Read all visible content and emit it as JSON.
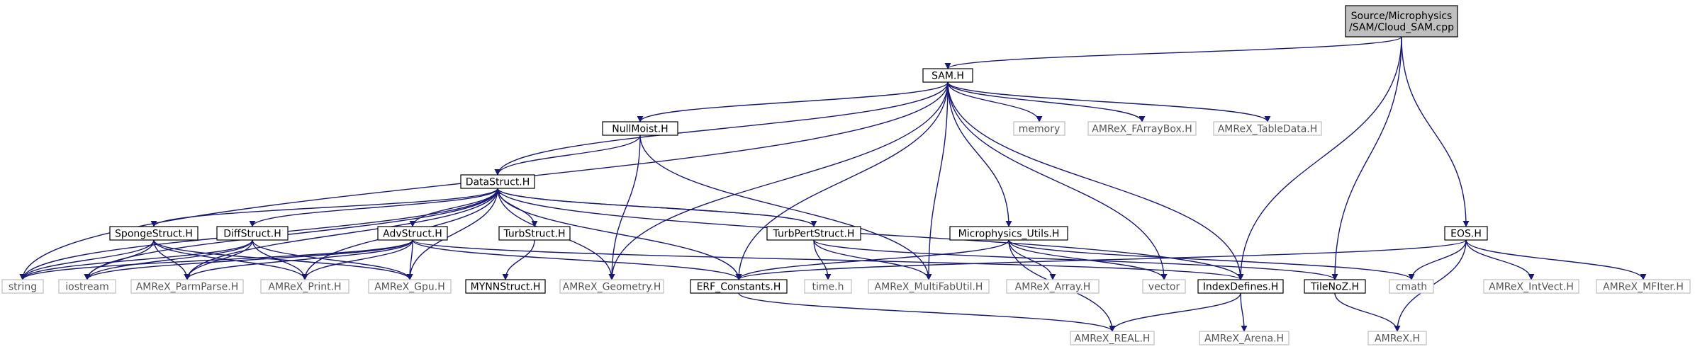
{
  "colors": {
    "edge": "#191970",
    "root_fill": "#bfbfbf",
    "node_border": "#000000",
    "external_border": "#bfbfbf",
    "external_text": "#555555",
    "text": "#000000"
  },
  "nodes": [
    {
      "id": "root",
      "lines": [
        "Source/Microphysics",
        "/SAM/Cloud_SAM.cpp"
      ],
      "kind": "root"
    },
    {
      "id": "sam_h",
      "lines": [
        "SAM.H"
      ],
      "kind": "internal"
    },
    {
      "id": "eos_h",
      "lines": [
        "EOS.H"
      ],
      "kind": "internal"
    },
    {
      "id": "nullmoist_h",
      "lines": [
        "NullMoist.H"
      ],
      "kind": "internal"
    },
    {
      "id": "memory",
      "lines": [
        "memory"
      ],
      "kind": "external"
    },
    {
      "id": "amrex_farraybox_h",
      "lines": [
        "AMReX_FArrayBox.H"
      ],
      "kind": "external"
    },
    {
      "id": "amrex_tabledata_h",
      "lines": [
        "AMReX_TableData.H"
      ],
      "kind": "external"
    },
    {
      "id": "datastruct_h",
      "lines": [
        "DataStruct.H"
      ],
      "kind": "internal"
    },
    {
      "id": "spongestruct_h",
      "lines": [
        "SpongeStruct.H"
      ],
      "kind": "internal"
    },
    {
      "id": "diffstruct_h",
      "lines": [
        "DiffStruct.H"
      ],
      "kind": "internal"
    },
    {
      "id": "advstruct_h",
      "lines": [
        "AdvStruct.H"
      ],
      "kind": "internal"
    },
    {
      "id": "turbstruct_h",
      "lines": [
        "TurbStruct.H"
      ],
      "kind": "internal"
    },
    {
      "id": "turbpertstruct_h",
      "lines": [
        "TurbPertStruct.H"
      ],
      "kind": "internal"
    },
    {
      "id": "microphysics_utils_h",
      "lines": [
        "Microphysics_Utils.H"
      ],
      "kind": "internal"
    },
    {
      "id": "mynnstruct_h",
      "lines": [
        "MYNNStruct.H"
      ],
      "kind": "internal"
    },
    {
      "id": "string",
      "lines": [
        "string"
      ],
      "kind": "external"
    },
    {
      "id": "iostream",
      "lines": [
        "iostream"
      ],
      "kind": "external"
    },
    {
      "id": "amrex_parmparse_h",
      "lines": [
        "AMReX_ParmParse.H"
      ],
      "kind": "external"
    },
    {
      "id": "amrex_print_h",
      "lines": [
        "AMReX_Print.H"
      ],
      "kind": "external"
    },
    {
      "id": "amrex_gpu_h",
      "lines": [
        "AMReX_Gpu.H"
      ],
      "kind": "external"
    },
    {
      "id": "amrex_geometry_h",
      "lines": [
        "AMReX_Geometry.H"
      ],
      "kind": "external"
    },
    {
      "id": "erf_constants_h",
      "lines": [
        "ERF_Constants.H"
      ],
      "kind": "internal"
    },
    {
      "id": "time_h",
      "lines": [
        "time.h"
      ],
      "kind": "external"
    },
    {
      "id": "amrex_multifabutil_h",
      "lines": [
        "AMReX_MultiFabUtil.H"
      ],
      "kind": "external"
    },
    {
      "id": "amrex_array_h",
      "lines": [
        "AMReX_Array.H"
      ],
      "kind": "external"
    },
    {
      "id": "vector",
      "lines": [
        "vector"
      ],
      "kind": "external"
    },
    {
      "id": "indexdefines_h",
      "lines": [
        "IndexDefines.H"
      ],
      "kind": "internal"
    },
    {
      "id": "tilenoz_h",
      "lines": [
        "TileNoZ.H"
      ],
      "kind": "internal"
    },
    {
      "id": "cmath",
      "lines": [
        "cmath"
      ],
      "kind": "external"
    },
    {
      "id": "amrex_intvect_h",
      "lines": [
        "AMReX_IntVect.H"
      ],
      "kind": "external"
    },
    {
      "id": "amrex_mfiter_h",
      "lines": [
        "AMReX_MFIter.H"
      ],
      "kind": "external"
    },
    {
      "id": "amrex_real_h",
      "lines": [
        "AMReX_REAL.H"
      ],
      "kind": "external"
    },
    {
      "id": "amrex_arena_h",
      "lines": [
        "AMReX_Arena.H"
      ],
      "kind": "external"
    },
    {
      "id": "amrex_h",
      "lines": [
        "AMReX.H"
      ],
      "kind": "external"
    }
  ],
  "edges": [
    [
      "root",
      "sam_h"
    ],
    [
      "root",
      "eos_h"
    ],
    [
      "root",
      "indexdefines_h"
    ],
    [
      "root",
      "tilenoz_h"
    ],
    [
      "sam_h",
      "nullmoist_h"
    ],
    [
      "sam_h",
      "memory"
    ],
    [
      "sam_h",
      "amrex_farraybox_h"
    ],
    [
      "sam_h",
      "amrex_tabledata_h"
    ],
    [
      "sam_h",
      "datastruct_h"
    ],
    [
      "sam_h",
      "microphysics_utils_h"
    ],
    [
      "sam_h",
      "string"
    ],
    [
      "sam_h",
      "amrex_geometry_h"
    ],
    [
      "sam_h",
      "erf_constants_h"
    ],
    [
      "sam_h",
      "amrex_multifabutil_h"
    ],
    [
      "sam_h",
      "vector"
    ],
    [
      "sam_h",
      "indexdefines_h"
    ],
    [
      "nullmoist_h",
      "datastruct_h"
    ],
    [
      "nullmoist_h",
      "amrex_geometry_h"
    ],
    [
      "nullmoist_h",
      "amrex_multifabutil_h"
    ],
    [
      "datastruct_h",
      "spongestruct_h"
    ],
    [
      "datastruct_h",
      "diffstruct_h"
    ],
    [
      "datastruct_h",
      "advstruct_h"
    ],
    [
      "datastruct_h",
      "turbstruct_h"
    ],
    [
      "datastruct_h",
      "turbpertstruct_h"
    ],
    [
      "datastruct_h",
      "string"
    ],
    [
      "datastruct_h",
      "iostream"
    ],
    [
      "datastruct_h",
      "amrex_parmparse_h"
    ],
    [
      "datastruct_h",
      "amrex_print_h"
    ],
    [
      "datastruct_h",
      "amrex_gpu_h"
    ],
    [
      "datastruct_h",
      "amrex_geometry_h"
    ],
    [
      "datastruct_h",
      "erf_constants_h"
    ],
    [
      "datastruct_h",
      "indexdefines_h"
    ],
    [
      "turbpertstruct_h",
      "datastruct_h"
    ],
    [
      "turbpertstruct_h",
      "time_h"
    ],
    [
      "turbpertstruct_h",
      "amrex_multifabutil_h"
    ],
    [
      "turbpertstruct_h",
      "tilenoz_h"
    ],
    [
      "spongestruct_h",
      "string"
    ],
    [
      "spongestruct_h",
      "iostream"
    ],
    [
      "spongestruct_h",
      "amrex_parmparse_h"
    ],
    [
      "spongestruct_h",
      "amrex_print_h"
    ],
    [
      "spongestruct_h",
      "amrex_gpu_h"
    ],
    [
      "diffstruct_h",
      "string"
    ],
    [
      "diffstruct_h",
      "iostream"
    ],
    [
      "diffstruct_h",
      "amrex_parmparse_h"
    ],
    [
      "diffstruct_h",
      "amrex_print_h"
    ],
    [
      "diffstruct_h",
      "amrex_gpu_h"
    ],
    [
      "advstruct_h",
      "string"
    ],
    [
      "advstruct_h",
      "iostream"
    ],
    [
      "advstruct_h",
      "amrex_parmparse_h"
    ],
    [
      "advstruct_h",
      "amrex_print_h"
    ],
    [
      "advstruct_h",
      "amrex_gpu_h"
    ],
    [
      "advstruct_h",
      "erf_constants_h"
    ],
    [
      "advstruct_h",
      "indexdefines_h"
    ],
    [
      "turbstruct_h",
      "mynnstruct_h"
    ],
    [
      "microphysics_utils_h",
      "erf_constants_h"
    ],
    [
      "microphysics_utils_h",
      "amrex_array_h"
    ],
    [
      "microphysics_utils_h",
      "vector"
    ],
    [
      "microphysics_utils_h",
      "amrex_real_h"
    ],
    [
      "microphysics_utils_h",
      "cmath"
    ],
    [
      "eos_h",
      "erf_constants_h"
    ],
    [
      "eos_h",
      "cmath"
    ],
    [
      "eos_h",
      "amrex_intvect_h"
    ],
    [
      "eos_h",
      "amrex_mfiter_h"
    ],
    [
      "eos_h",
      "amrex_h"
    ],
    [
      "erf_constants_h",
      "amrex_real_h"
    ],
    [
      "indexdefines_h",
      "amrex_real_h"
    ],
    [
      "indexdefines_h",
      "amrex_arena_h"
    ],
    [
      "tilenoz_h",
      "amrex_h"
    ]
  ]
}
